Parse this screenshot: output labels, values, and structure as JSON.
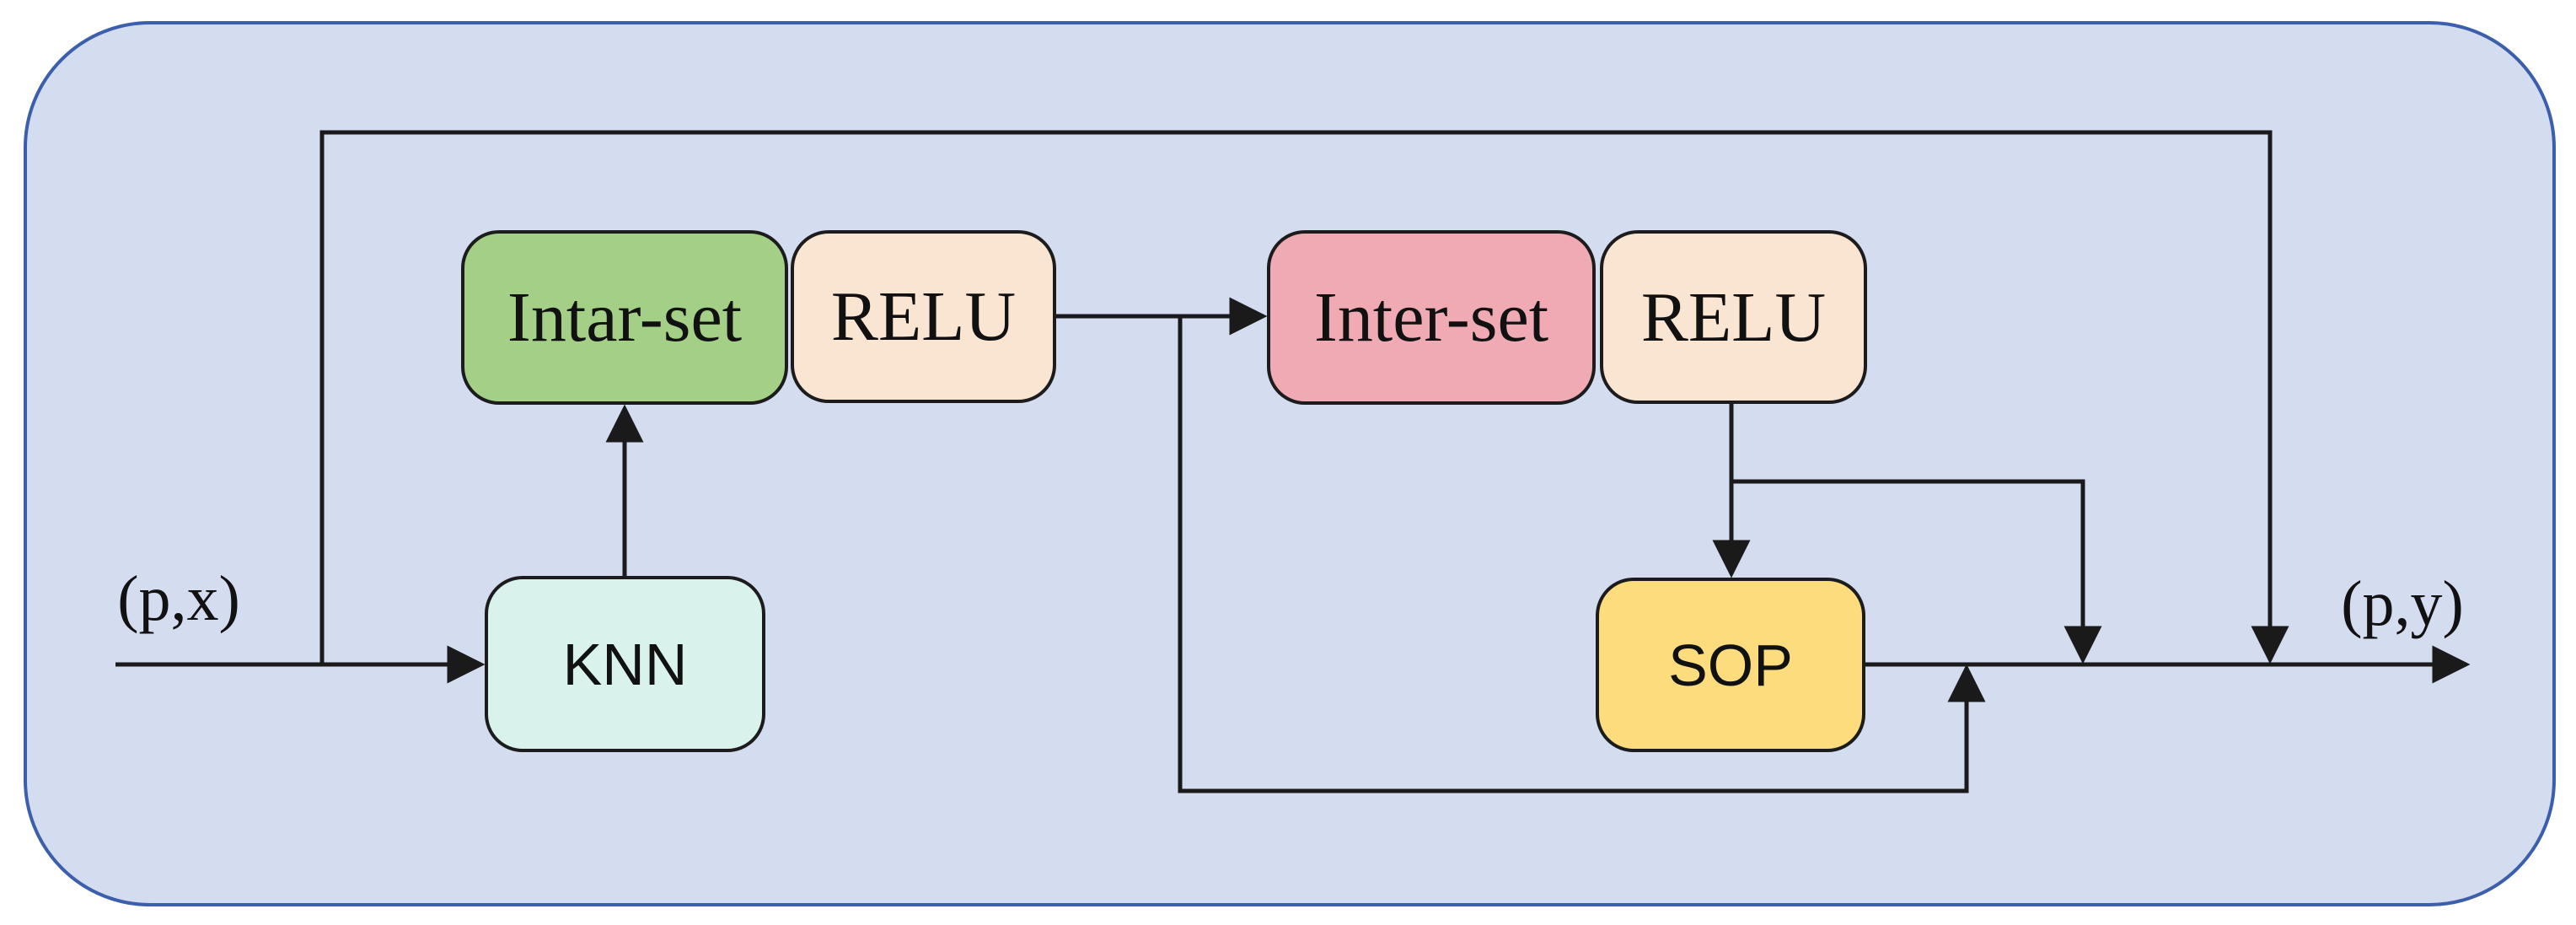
{
  "diagram": {
    "panel": {
      "background_color": "#d4dcf0",
      "border_color": "#3b5fad"
    },
    "line_color": "#1a1a1a",
    "input_label": "(p,x)",
    "output_label": "(p,y)",
    "nodes": {
      "intar_set": {
        "label": "Intar-set",
        "color": "#a3cf87"
      },
      "relu1": {
        "label": "RELU",
        "color": "#fae5d3"
      },
      "inter_set": {
        "label": "Inter-set",
        "color": "#efaab4"
      },
      "relu2": {
        "label": "RELU",
        "color": "#fae5d3"
      },
      "knn": {
        "label": "KNN",
        "color": "#d9f2ec"
      },
      "sop": {
        "label": "SOP",
        "color": "#fcdc7c"
      }
    },
    "edges": [
      {
        "from": "input (p,x)",
        "to": "KNN"
      },
      {
        "from": "input (p,x)",
        "to": "output line",
        "via": "top skip connection, arrow down"
      },
      {
        "from": "KNN",
        "to": "Intar-set",
        "via": "arrow up"
      },
      {
        "from": "RELU (after Intar-set)",
        "to": "Inter-set",
        "via": "arrow right"
      },
      {
        "from": "RELU (after Intar-set)",
        "to": "output line",
        "via": "bottom skip connection, arrow up"
      },
      {
        "from": "RELU (after Inter-set)",
        "to": "SOP",
        "via": "arrow down"
      },
      {
        "from": "RELU (after Inter-set)",
        "to": "output line",
        "via": "right branch, arrow down"
      },
      {
        "from": "SOP",
        "to": "output (p,y)",
        "via": "arrow right"
      }
    ]
  }
}
